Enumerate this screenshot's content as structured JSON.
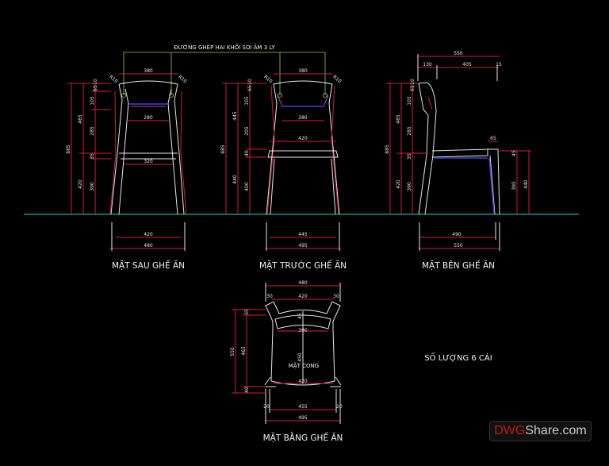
{
  "header_note": "ĐƯỜNG GHÉP HAI KHỐI SOI ÂM 3 LY",
  "views": {
    "rear": {
      "title": "MẶT SAU GHẾ ĂN",
      "dims": [
        "380",
        "280",
        "320",
        "420",
        "480",
        "885",
        "465",
        "420",
        "65",
        "10",
        "105",
        "285",
        "35",
        "390",
        "R10",
        "R10"
      ]
    },
    "front": {
      "title": "MẶT TRƯỚC GHẾ ĂN",
      "dims": [
        "380",
        "280",
        "420",
        "445",
        "495",
        "885",
        "445",
        "440",
        "65",
        "10",
        "105",
        "205",
        "40",
        "400",
        "R10",
        "R10"
      ]
    },
    "side": {
      "title": "MẶT BÊN GHẾ ĂN",
      "dims": [
        "550",
        "130",
        "405",
        "15",
        "885",
        "465",
        "420",
        "65",
        "10",
        "105",
        "285",
        "35",
        "390",
        "65",
        "45",
        "395",
        "440",
        "490",
        "550"
      ]
    },
    "plan": {
      "title": "MẶT BẰNG GHẾ ĂN",
      "label": "MẶT CONG",
      "dims": [
        "480",
        "420",
        "30",
        "30",
        "550",
        "465",
        "35",
        "40",
        "390",
        "450",
        "45",
        "420",
        "455",
        "495",
        "20",
        "20"
      ]
    }
  },
  "quantity_note": "SỐ LƯỢNG 6 CÁI",
  "watermark": {
    "part1": "DWG",
    "part2": "Share.com"
  },
  "colors": {
    "background": "#000000",
    "ground": "#2aa6a6",
    "dimension": "#d0203a",
    "outline": "#e8e8e8",
    "accent": "#4040e0"
  }
}
